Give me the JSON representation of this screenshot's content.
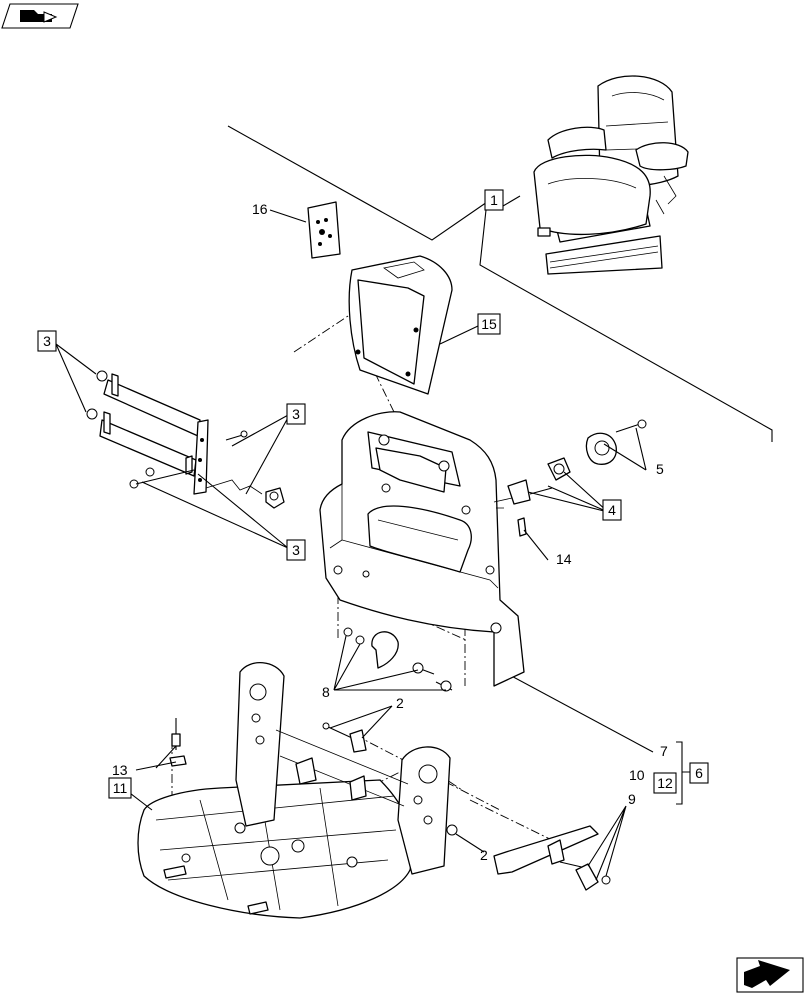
{
  "callouts": {
    "c1": "1",
    "c2a": "2",
    "c2b": "2",
    "c3a": "3",
    "c3b": "3",
    "c3c": "3",
    "c4": "4",
    "c5": "5",
    "c6": "6",
    "c7": "7",
    "c8": "8",
    "c9": "9",
    "c10": "10",
    "c11": "11",
    "c12": "12",
    "c13": "13",
    "c14": "14",
    "c15": "15",
    "c16": "16"
  },
  "icons": {
    "top_left": "book-arrow-icon",
    "bottom_right": "next-page-arrow-icon"
  }
}
